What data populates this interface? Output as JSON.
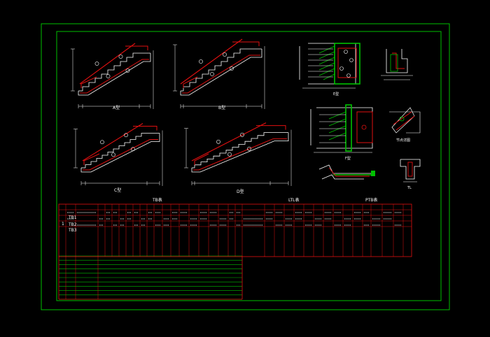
{
  "drawing": {
    "colors": {
      "frame": "#00c000",
      "stair": "#ffffff",
      "rebar": "#e01010",
      "dim": "#ffffff",
      "hatch": "#00c000",
      "table_red": "#e01010",
      "table_green": "#00c000"
    },
    "stair_titles": [
      "A型",
      "B型",
      "C型",
      "D型"
    ],
    "detail_titles": [
      "E型",
      "F型",
      "节点详图",
      "TL"
    ],
    "table": {
      "group_titles": [
        "TB表",
        "LTL表",
        "PTB表"
      ],
      "rows": [
        {
          "floor": "1",
          "code": "TB1"
        },
        {
          "floor": "",
          "code": "TB2"
        },
        {
          "floor": "",
          "code": "TB3"
        }
      ]
    }
  }
}
